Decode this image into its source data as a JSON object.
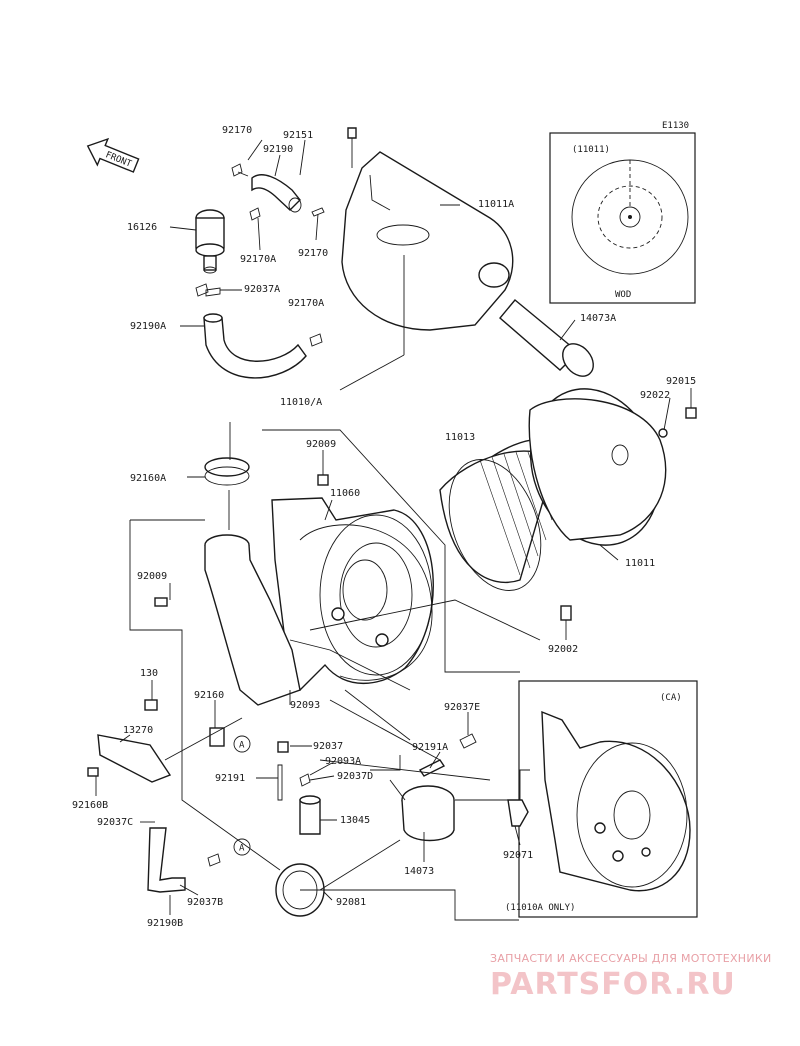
{
  "diagram_code": "E1130",
  "front_label": "FRONT",
  "parts": [
    {
      "key": "p92170_top",
      "text": "92170"
    },
    {
      "key": "p92151",
      "text": "92151"
    },
    {
      "key": "p92190",
      "text": "92190"
    },
    {
      "key": "p11011A",
      "text": "11011A"
    },
    {
      "key": "p16126",
      "text": "16126"
    },
    {
      "key": "p92170A_1",
      "text": "92170A"
    },
    {
      "key": "p92170",
      "text": "92170"
    },
    {
      "key": "p92037A",
      "text": "92037A"
    },
    {
      "key": "p92170A_2",
      "text": "92170A"
    },
    {
      "key": "p92190A",
      "text": "92190A"
    },
    {
      "key": "p14073A",
      "text": "14073A"
    },
    {
      "key": "p11010A",
      "text": "11010/A"
    },
    {
      "key": "p92015",
      "text": "92015"
    },
    {
      "key": "p92022",
      "text": "92022"
    },
    {
      "key": "p11013",
      "text": "11013"
    },
    {
      "key": "p92009_top",
      "text": "92009"
    },
    {
      "key": "p92160A",
      "text": "92160A"
    },
    {
      "key": "p11060",
      "text": "11060"
    },
    {
      "key": "p11011",
      "text": "11011"
    },
    {
      "key": "p92009",
      "text": "92009"
    },
    {
      "key": "p92002",
      "text": "92002"
    },
    {
      "key": "p130",
      "text": "130"
    },
    {
      "key": "p92160",
      "text": "92160"
    },
    {
      "key": "p92093",
      "text": "92093"
    },
    {
      "key": "p92037E",
      "text": "92037E"
    },
    {
      "key": "p13270",
      "text": "13270"
    },
    {
      "key": "p92037",
      "text": "92037"
    },
    {
      "key": "p92093A",
      "text": "92093A"
    },
    {
      "key": "p92191A",
      "text": "92191A"
    },
    {
      "key": "p92191",
      "text": "92191"
    },
    {
      "key": "p92037D",
      "text": "92037D"
    },
    {
      "key": "p92160B",
      "text": "92160B"
    },
    {
      "key": "p13045",
      "text": "13045"
    },
    {
      "key": "p92037C",
      "text": "92037C"
    },
    {
      "key": "p14073",
      "text": "14073"
    },
    {
      "key": "p92071",
      "text": "92071"
    },
    {
      "key": "p92037B",
      "text": "92037B"
    },
    {
      "key": "p92081",
      "text": "92081"
    },
    {
      "key": "p92190B",
      "text": "92190B"
    }
  ],
  "callouts": {
    "ref_a": "A"
  },
  "inset_wod": {
    "header": "(11011)",
    "footer": "WOD"
  },
  "inset_ca": {
    "header": "(CA)",
    "footer": "(11010A ONLY)"
  },
  "watermark": {
    "tagline": "ЗАПЧАСТИ И АКСЕССУАРЫ ДЛЯ МОТОТЕХНИКИ",
    "brand": "PARTSFOR.RU"
  },
  "colors": {
    "line": "#1a1a1a",
    "watermark": "#e8a0a6",
    "background": "#ffffff"
  }
}
